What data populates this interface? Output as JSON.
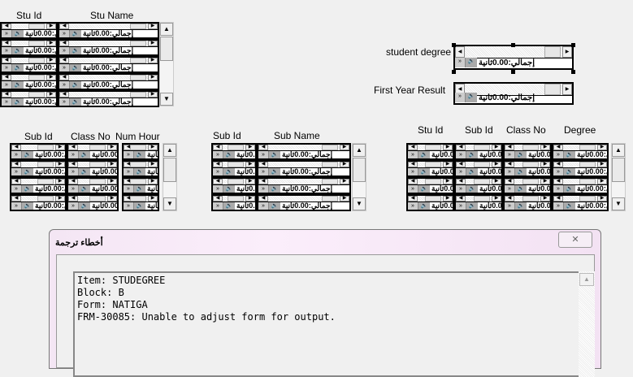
{
  "media_label": "إجمالي:0.00ثانية",
  "block_students": {
    "headers": [
      "Stu Id",
      "Stu Name"
    ],
    "rows": 5
  },
  "student_degree_label": "student degree",
  "first_year_result_label": "First Year Result",
  "block_subjects": {
    "headers": [
      "Sub Id",
      "Class No",
      "Num Hour"
    ],
    "rows": 4
  },
  "block_subject_names": {
    "headers": [
      "Sub Id",
      "Sub Name"
    ],
    "rows": 4
  },
  "block_degrees": {
    "headers": [
      "Stu Id",
      "Sub Id",
      "Class No",
      "Degree"
    ],
    "rows": 4
  },
  "dialog": {
    "title": "أخطاء ترجمة",
    "close": "✕",
    "lines": [
      "Item: STUDEGREE",
      "Block: B",
      "Form: NATIGA",
      "FRM-30085: Unable to adjust form for output."
    ]
  }
}
